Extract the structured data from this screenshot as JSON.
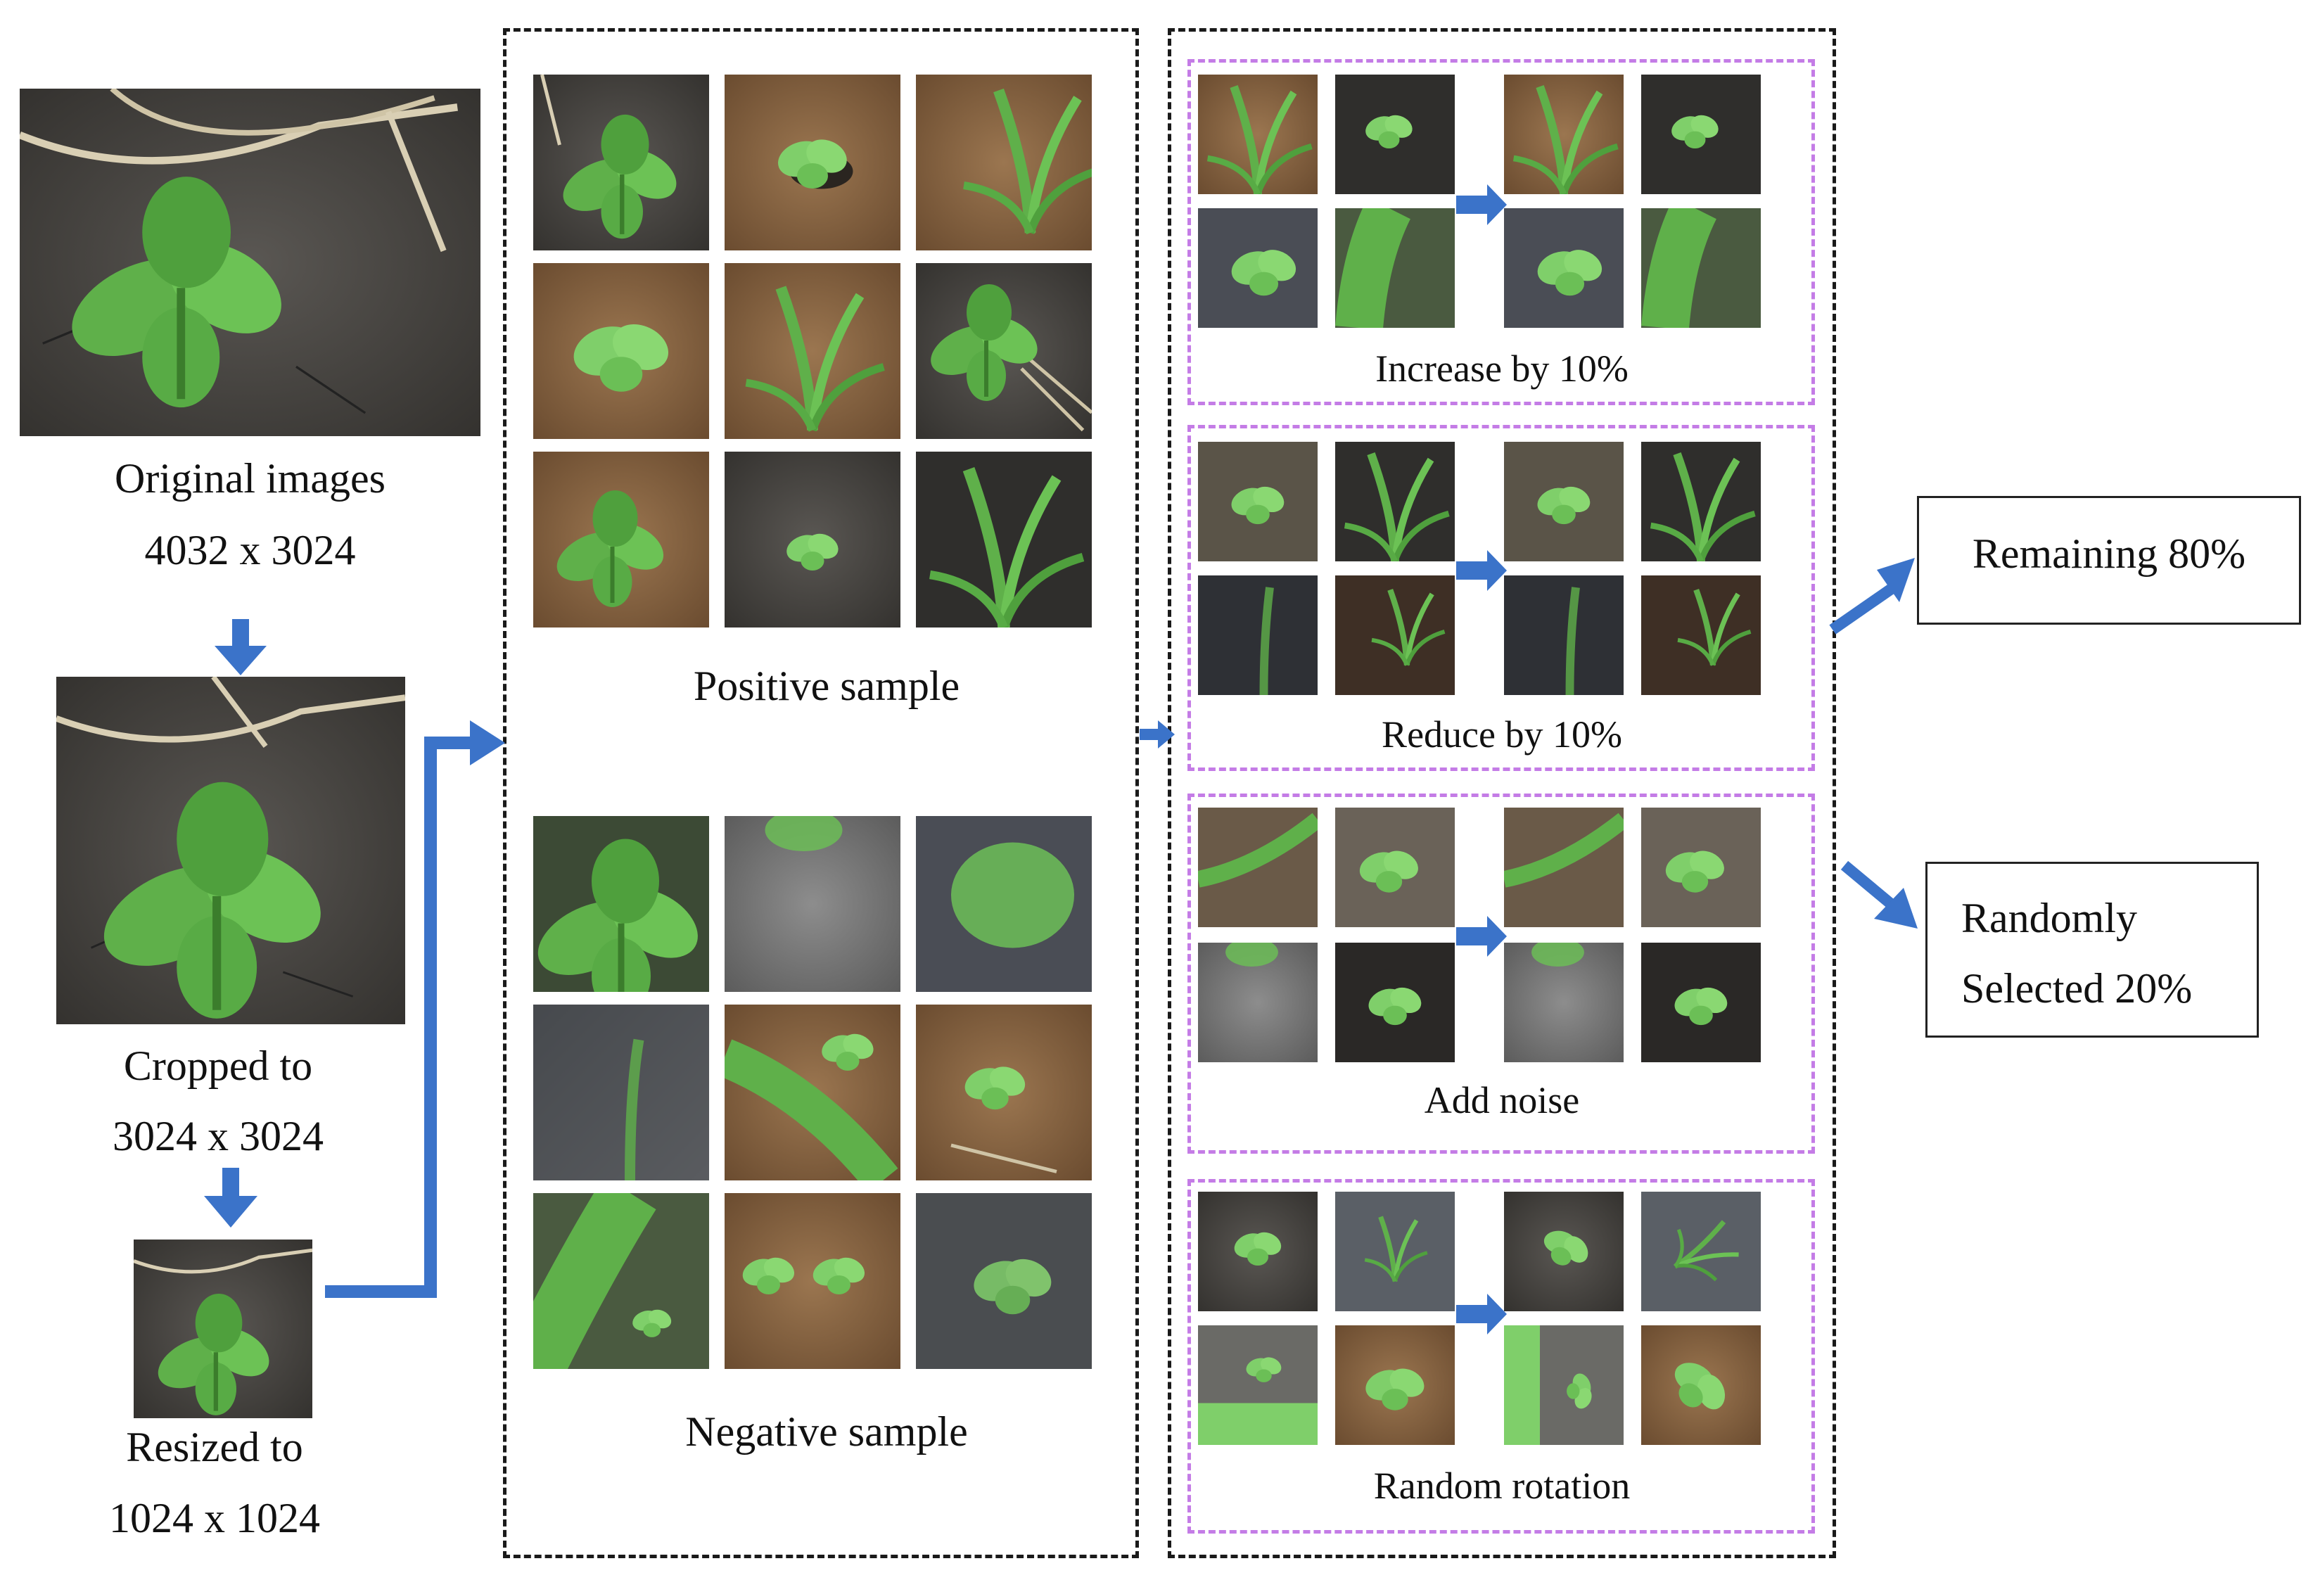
{
  "labels": {
    "original_1": "Original images",
    "original_2": "4032 x 3024",
    "cropped_1": "Cropped to",
    "cropped_2": "3024 x 3024",
    "resized_1": "Resized to",
    "resized_2": "1024 x 1024",
    "positive": "Positive sample",
    "negative": "Negative sample",
    "aug_increase": "Increase by 10%",
    "aug_reduce": "Reduce by 10%",
    "aug_noise": "Add noise",
    "aug_rotation": "Random rotation",
    "remaining": "Remaining 80%",
    "random_1": "Randomly",
    "random_2": "Selected 20%"
  },
  "colors": {
    "arrow_blue": "#3b73c9",
    "purple_dash": "#c47ce6",
    "black_dash": "#1a1a1a",
    "leaf_green": "#5fb04a",
    "soil_dark": "#3c3a37",
    "soil_brown": "#7a5a3c"
  }
}
